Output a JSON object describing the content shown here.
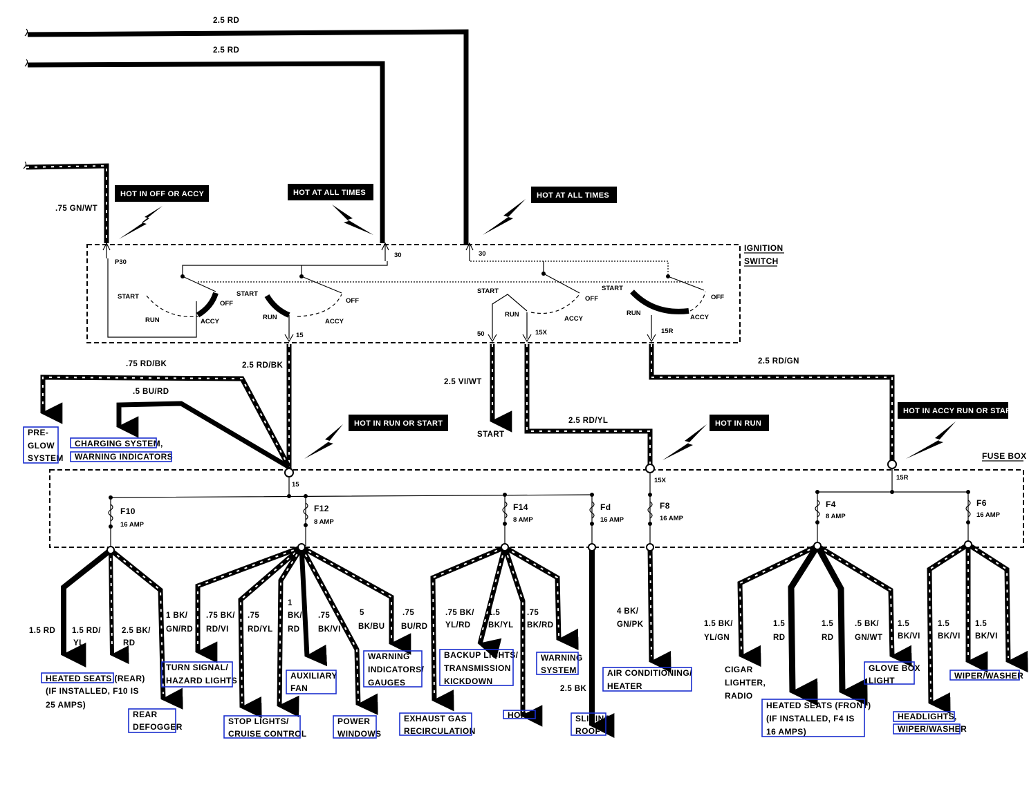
{
  "top_wires": {
    "w1": "2.5 RD",
    "w2": "2.5 RD",
    "w3": ".75 GN/WT"
  },
  "tags": {
    "hot_off_accy": "HOT IN OFF OR ACCY",
    "hot_all_1": "HOT AT ALL TIMES",
    "hot_all_2": "HOT AT ALL TIMES",
    "hot_run_start": "HOT IN RUN OR START",
    "hot_run": "HOT IN RUN",
    "hot_accy_run_start": "HOT IN ACCY  RUN OR START"
  },
  "ignition": {
    "label_1": "IGNITION",
    "label_2": "SWITCH",
    "term_p30": "P30",
    "term_30a": "30",
    "term_30b": "30",
    "term_15": "15",
    "term_50": "50",
    "term_15x": "15X",
    "term_15r": "15R",
    "positions": {
      "start": "START",
      "run": "RUN",
      "accy": "ACCY",
      "off": "OFF"
    }
  },
  "mid_wires": {
    "w_75rdbk": ".75 RD/BK",
    "w_25rdbk": "2.5 RD/BK",
    "w_5burd": ".5 BU/RD",
    "w_25viwt": "2.5  VI/WT",
    "start": "START",
    "w_25rdyl": "2.5 RD/YL",
    "w_25rdgn": "2.5 RD/GN"
  },
  "upper_circuits": {
    "preglow_1": "PRE-",
    "preglow_2": "GLOW",
    "preglow_3": "SYSTEM",
    "charging_1": "CHARGING SYSTEM,",
    "charging_2": "WARNING INDICATORS"
  },
  "fusebox": {
    "label": "FUSE BOX",
    "term_15": "15",
    "term_15x": "15X",
    "term_15r": "15R",
    "fuses": [
      {
        "name": "F10",
        "rating": "16 AMP"
      },
      {
        "name": "F12",
        "rating": "8 AMP"
      },
      {
        "name": "F14",
        "rating": "8 AMP"
      },
      {
        "name": "Fd",
        "rating": "16 AMP"
      },
      {
        "name": "F8",
        "rating": "16 AMP"
      },
      {
        "name": "F4",
        "rating": "8 AMP"
      },
      {
        "name": "F6",
        "rating": "16 AMP"
      }
    ]
  },
  "branch_wires": {
    "f10": [
      [
        "1.5 RD"
      ],
      [
        "1.5 RD/",
        "YL"
      ],
      [
        "2.5  BK/",
        "RD"
      ]
    ],
    "f12": [
      [
        "1  BK/",
        "GN/RD"
      ],
      [
        ".75  BK/",
        "RD/VI"
      ],
      [
        ".75",
        "RD/YL"
      ],
      [
        "1",
        "BK/",
        "RD"
      ],
      [
        ".75",
        "BK/VI"
      ],
      [
        "5",
        "BK/BU"
      ],
      [
        ".75",
        "BU/RD"
      ]
    ],
    "f14": [
      [
        ".75 BK/",
        "YL/RD"
      ],
      [
        "1.5",
        "BK/YL"
      ],
      [
        ".75",
        "BK/RD"
      ]
    ],
    "fd": [
      [
        "2.5 BK"
      ]
    ],
    "f8": [
      [
        "4  BK/",
        "GN/PK"
      ]
    ],
    "f4": [
      [
        "1.5 BK/",
        "YL/GN"
      ],
      [
        "1.5",
        "RD"
      ],
      [
        "1.5",
        "RD"
      ],
      [
        ".5 BK/",
        "GN/WT"
      ],
      [
        "1.5",
        "BK/VI"
      ]
    ],
    "f6": [
      [
        "1.5",
        "BK/VI"
      ],
      [
        "1.5",
        "BK/VI"
      ]
    ]
  },
  "circuits": {
    "heated_seats_rear": [
      "HEATED SEATS (REAR)",
      "(IF INSTALLED, F10 IS",
      "25  AMPS)"
    ],
    "rear_defogger": [
      "REAR",
      "DEFOGGER"
    ],
    "turn_signal": [
      "TURN SIGNAL/",
      "HAZARD LIGHTS"
    ],
    "stop_lights": [
      "STOP LIGHTS/",
      "CRUISE CONTROL"
    ],
    "auxiliary_fan": [
      "AUXILIARY",
      "FAN"
    ],
    "power_windows": [
      "POWER",
      "WINDOWS"
    ],
    "warning_indicators": [
      "WARNING",
      "INDICATORS/",
      "GAUGES"
    ],
    "exhaust_gas": [
      "EXHAUST GAS",
      "RECIRCULATION"
    ],
    "backup_lights": [
      "BACKUP LIGHTS/",
      "TRANSMISSION",
      "KICKDOWN"
    ],
    "horns": [
      "HORNS"
    ],
    "warning_system": [
      "WARNING",
      "SYSTEM"
    ],
    "sliding_roof": [
      "SLIDING",
      "ROOF"
    ],
    "air_conditioning": [
      "AIR CONDITIONING/",
      "HEATER"
    ],
    "cigar_lighter": [
      "CIGAR",
      "LIGHTER,",
      "RADIO"
    ],
    "heated_seats_front": [
      "HEATED SEATS (FRONT)",
      "(IF INSTALLED, F4 IS",
      "16 AMPS)"
    ],
    "glove_box": [
      "GLOVE BOX",
      "LIGHT"
    ],
    "headlights": [
      "HEADLIGHTS,",
      "WIPER/WASHER"
    ],
    "wiper_washer": [
      "WIPER/WASHER"
    ]
  }
}
